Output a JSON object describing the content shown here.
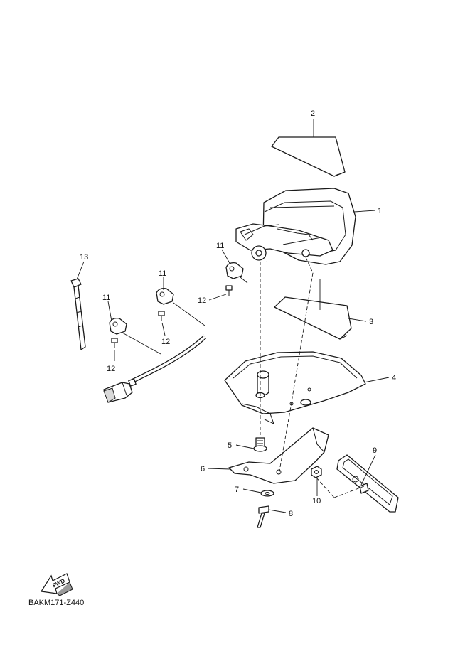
{
  "diagram": {
    "code": "BAKM171-Z440",
    "fwd_label": "FWD",
    "callouts": {
      "c1": "1",
      "c2": "2",
      "c3": "3",
      "c4": "4",
      "c5": "5",
      "c6": "6",
      "c7": "7",
      "c8": "8",
      "c9": "9",
      "c10": "10",
      "c11a": "11",
      "c11b": "11",
      "c11c": "11",
      "c12a": "12",
      "c12b": "12",
      "c12c": "12",
      "c13": "13"
    }
  }
}
